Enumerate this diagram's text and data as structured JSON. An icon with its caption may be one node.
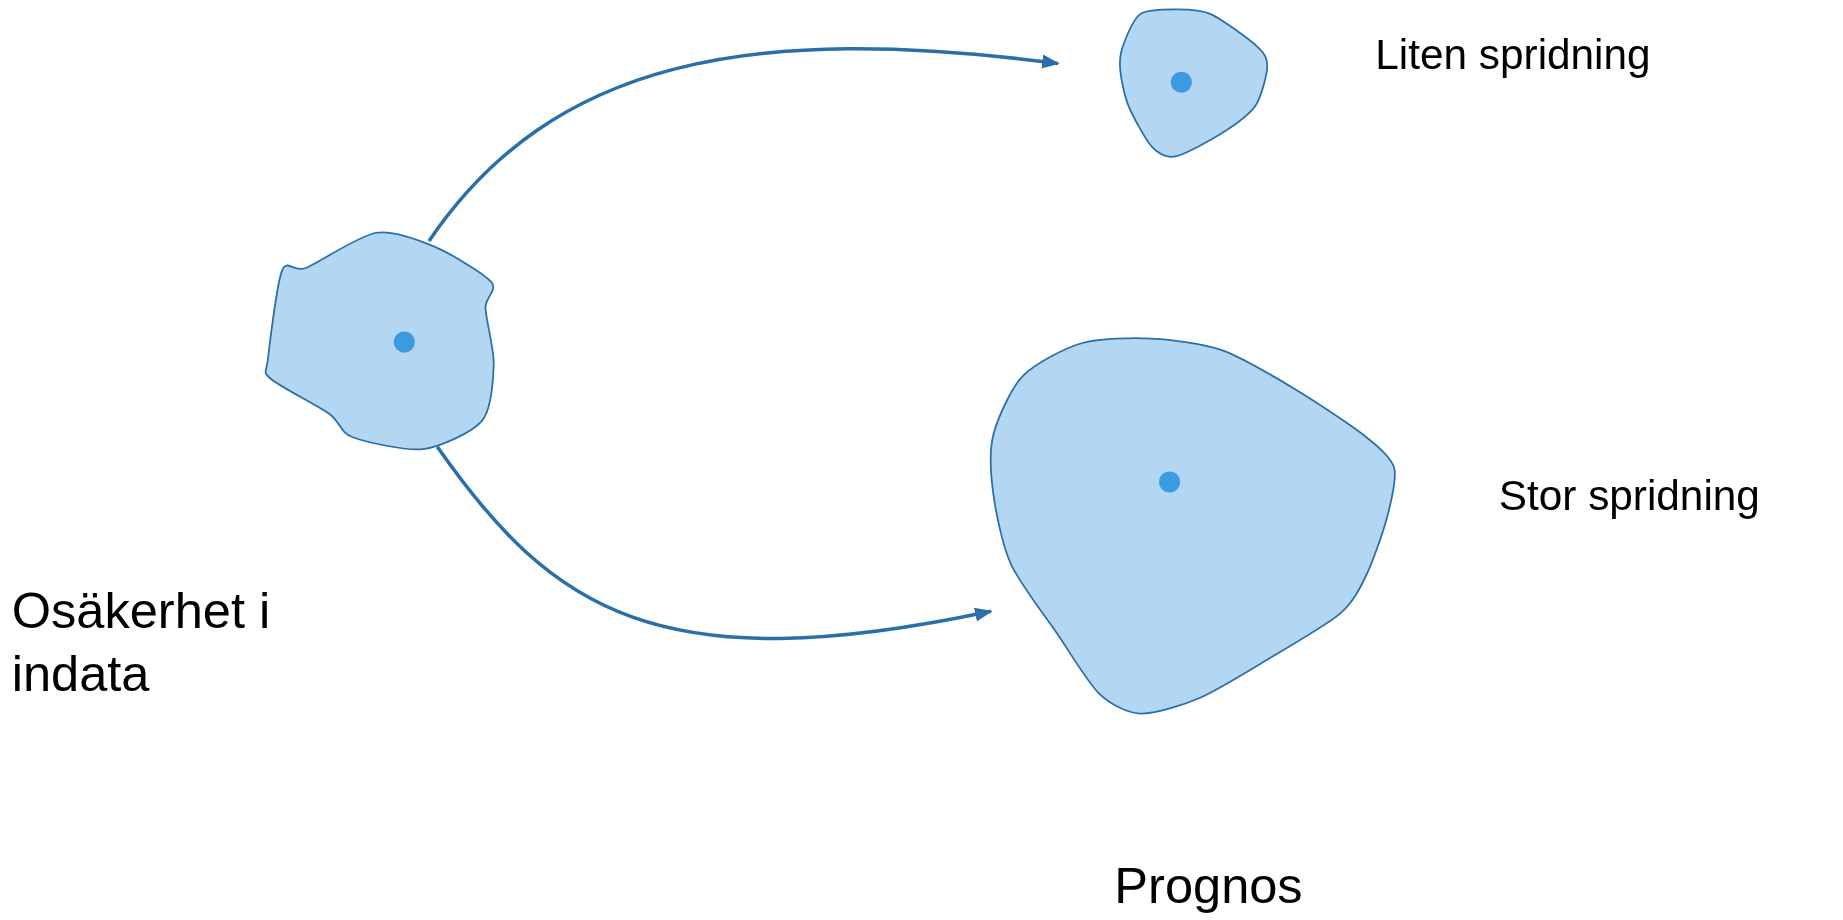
{
  "diagram": {
    "nodes": [
      {
        "text": [],
        "shape": "blob",
        "beside": [
          "Osäkerhet i indata"
        ]
      },
      {
        "text": [],
        "shape": "blob",
        "beside": [
          "Liten spridning"
        ]
      },
      {
        "text": [],
        "shape": "blob",
        "beside": [
          "Stor spridning"
        ]
      }
    ],
    "edges": [
      {
        "from": 0,
        "to": 1,
        "arrow": "to"
      },
      {
        "from": 0,
        "to": 2,
        "arrow": "to"
      }
    ],
    "labels": [
      "Prognos"
    ]
  }
}
